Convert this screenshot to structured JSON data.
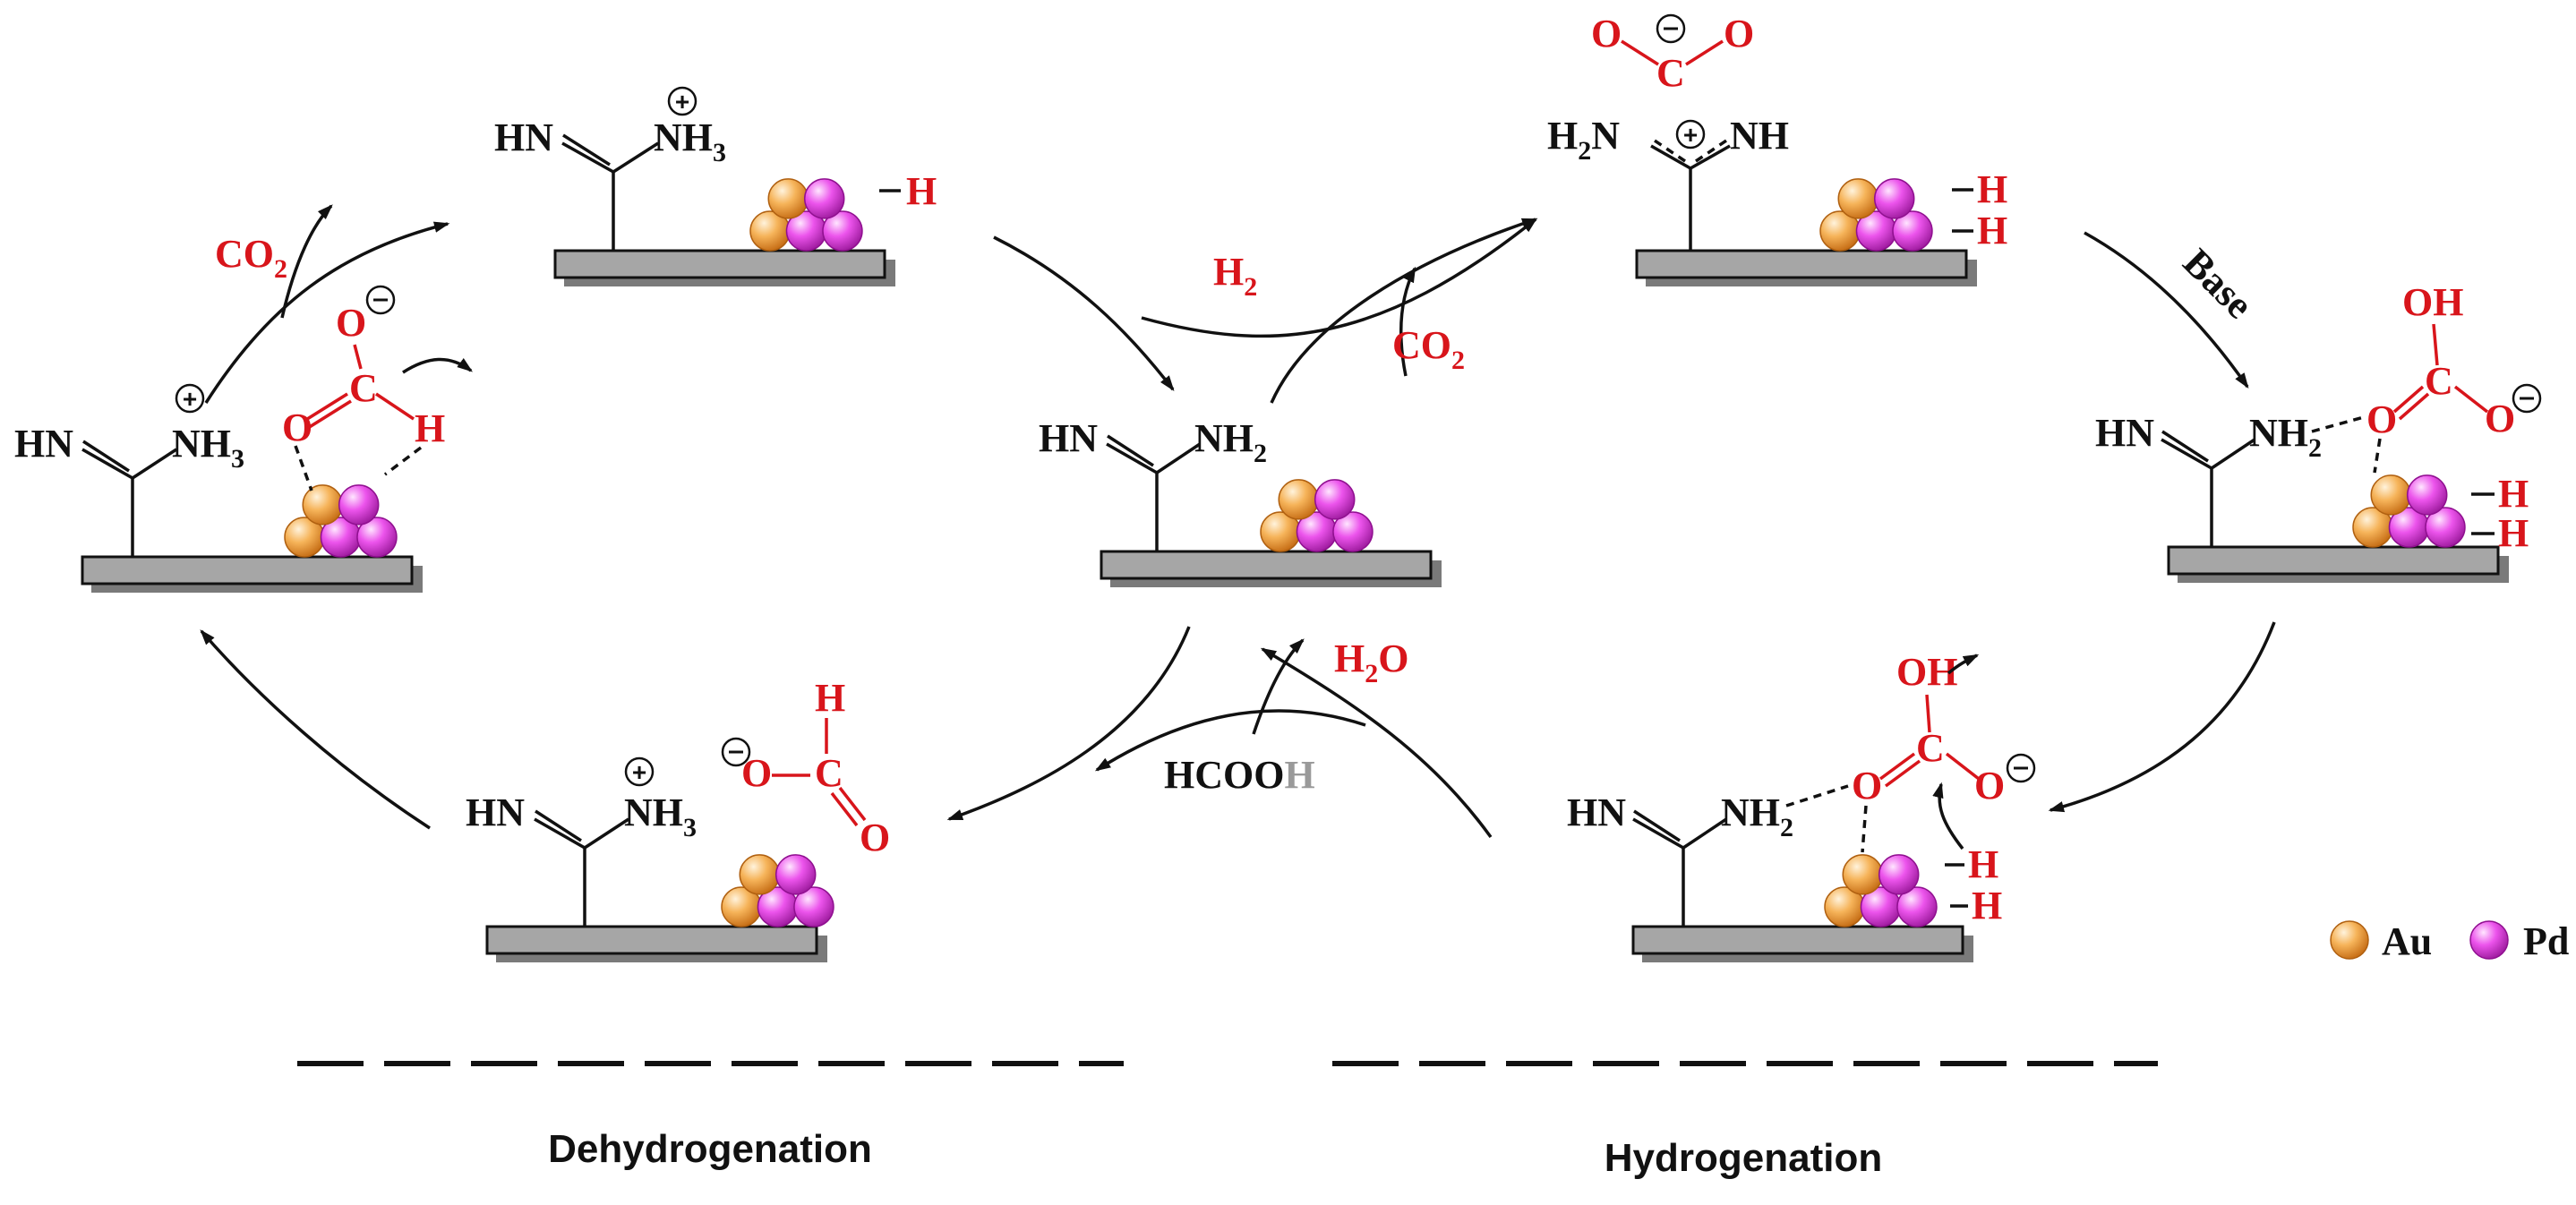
{
  "groups": {
    "amidinium": {
      "left": "HN",
      "right": "NH",
      "right_sub": "3",
      "charge": "+"
    },
    "amidine": {
      "left": "HN",
      "right": "NH",
      "right_sub": "2"
    },
    "amidine_hb": {
      "left": "HN",
      "right": "NH",
      "right_sub": "2"
    },
    "guanidinium": {
      "left_pre": "H",
      "left_sub": "2",
      "left_post": "N",
      "right": "NH",
      "charge": "+"
    }
  },
  "atoms": {
    "H": "H",
    "O": "O",
    "C": "C",
    "OH": "OH",
    "minus": "−"
  },
  "species": {
    "CO2": {
      "main": "CO",
      "sub": "2"
    },
    "H2": {
      "main": "H",
      "sub": "2"
    },
    "H2O": {
      "main": "H",
      "sub": "2",
      "post": "O"
    },
    "HCOOH": {
      "main": "HCOO",
      "last": "H"
    },
    "Base": "Base"
  },
  "legend": {
    "au": "Au",
    "pd": "Pd"
  },
  "colors": {
    "au": "#f0a040",
    "pd": "#e040e0",
    "accent_red": "#d8151b",
    "support": "#a6a6a6"
  },
  "labels": {
    "dehydrogenation": "Dehydrogenation",
    "hydrogenation": "Hydrogenation"
  }
}
